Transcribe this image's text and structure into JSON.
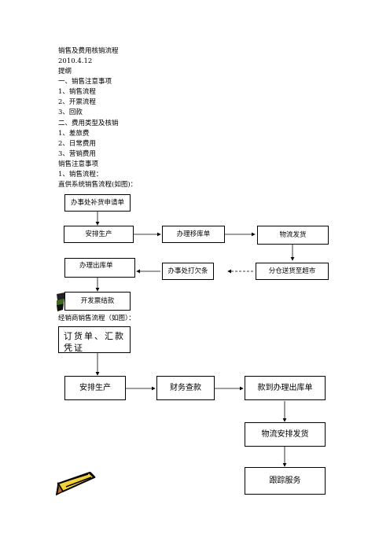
{
  "doc": {
    "title": "销售及费用核销流程",
    "date": "2010.4.12",
    "outline_heading": "提纲",
    "section1": "一、销售注意事项",
    "s1_item1": "1、销售流程",
    "s1_item2": "2、开票流程",
    "s1_item3": "3、回款",
    "section2": "二、费用类型及核销",
    "s2_item1": "1、差旅费",
    "s2_item2": "2、日常费用",
    "s2_item3": "3、营销费用",
    "notes_heading": "销售注意事项",
    "sales_process_heading": "1、销售流程：",
    "direct_caption": "直供系统销售流程(如图)：",
    "dealer_caption": "经销商销售流程（如图）："
  },
  "flow1": {
    "apply": "办事处补货申请单",
    "produce": "安排生产",
    "transfer": "办理移库单",
    "logistics": "物流发货",
    "outbound": "办理出库单",
    "iou": "办事处打欠条",
    "warehouse": "分仓送货至超市",
    "invoice": "开发票结款"
  },
  "flow2": {
    "order": "订货单、汇款凭证",
    "produce": "安排生产",
    "finance": "财务查款",
    "outbound": "款到办理出库单",
    "logistics": "物流安排发货",
    "followup": "跟踪服务"
  }
}
